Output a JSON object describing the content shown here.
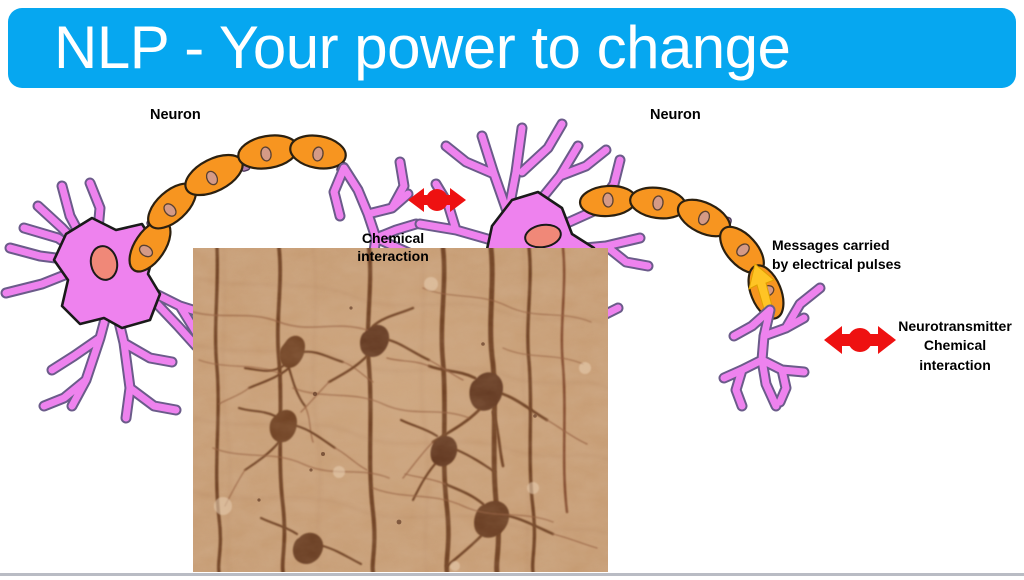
{
  "slide": {
    "title": "NLP - Your power to change",
    "banner_color": "#06A7F0",
    "banner_text_color": "#FFFFFF",
    "background_color": "#FFFFFF"
  },
  "labels": {
    "neuron_left": "Neuron",
    "neuron_right": "Neuron",
    "chemical_interaction_left_line1": "Chemical",
    "chemical_interaction_left_line2": "interaction",
    "messages_line1": "Messages carried",
    "messages_line2": "by electrical pulses",
    "neurotransmitter_line1": "Neurotransmitter",
    "neurotransmitter_line2": "Chemical",
    "neurotransmitter_line3": "interaction"
  },
  "diagram": {
    "soma_color": "#EE82EE",
    "soma_outline": "#6B5B8A",
    "nucleus_color": "#F08878",
    "myelin_color": "#F79520",
    "myelin_outline": "#4A3A20",
    "node_color": "#B07FB0",
    "arrow_red": "#EE1111",
    "arrow_yellow": "#FFC425",
    "micrograph_base": "#C98A5C",
    "micrograph_dark": "#6B3416"
  },
  "bottom_rule_color": "#B9BCC4"
}
